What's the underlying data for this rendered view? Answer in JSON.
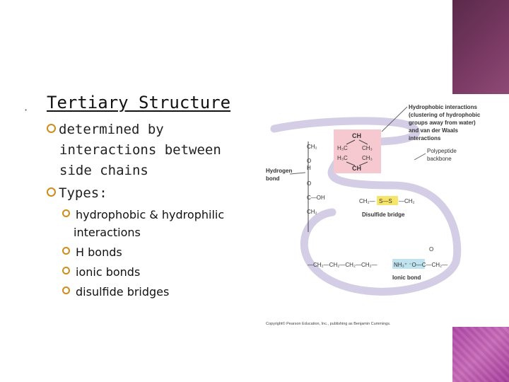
{
  "slide": {
    "title": "Tertiary Structure",
    "points": [
      {
        "line1": "determined by",
        "line2": "interactions between",
        "line3": "side chains"
      },
      {
        "line1": "Types:"
      }
    ],
    "types": [
      {
        "line1": "hydrophobic & hydrophilic",
        "line2": "interactions"
      },
      {
        "line1": "H bonds"
      },
      {
        "line1": "ionic bonds"
      },
      {
        "line1": "disulfide bridges"
      }
    ]
  },
  "figure": {
    "hydrophobic_label": [
      "Hydrophobic interactions",
      "(clustering of hydrophobic",
      "groups away from water)",
      "and van der Waals",
      "interactions"
    ],
    "backbone_label": [
      "Polypeptide",
      "backbone"
    ],
    "hydrogen_label": [
      "Hydrogen",
      "bond"
    ],
    "disulfide_label": "Disulfide bridge",
    "ionic_label": "Ionic bond",
    "copyright": "Copyright© Pearson Education, Inc., publishing as Benjamin Cummings."
  },
  "colors": {
    "accent_bullet": "#d08c1a",
    "corner_top": "#6e3358",
    "corner_bottom": "#b04aa8",
    "backbone": "#d4cde6"
  }
}
